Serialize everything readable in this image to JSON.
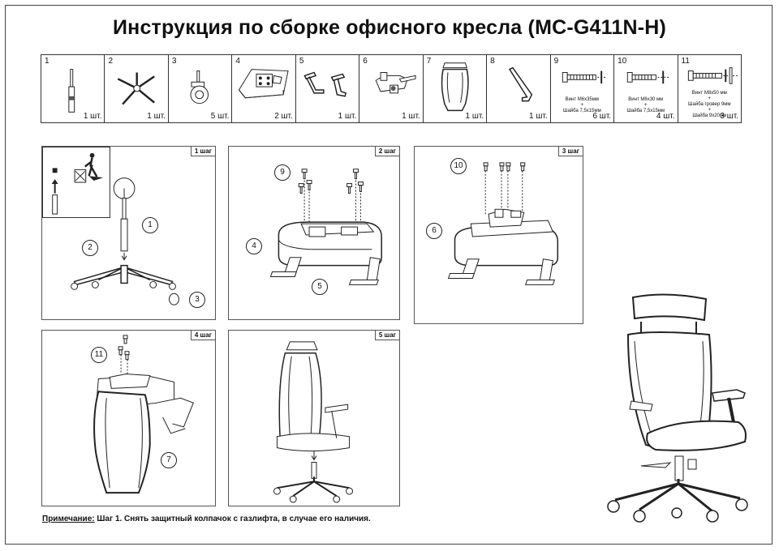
{
  "title": "Инструкция по сборке офисного кресла (MC-G411N-H)",
  "parts": [
    {
      "num": "1",
      "qty": "1 шт.",
      "icon": "gas-lift-icon"
    },
    {
      "num": "2",
      "qty": "1 шт.",
      "icon": "base-star-icon"
    },
    {
      "num": "3",
      "qty": "5 шт.",
      "icon": "caster-icon"
    },
    {
      "num": "4",
      "qty": "2 шт.",
      "icon": "mechanism-icon"
    },
    {
      "num": "5",
      "qty": "1 шт.",
      "icon": "armrests-icon"
    },
    {
      "num": "6",
      "qty": "1 шт.",
      "icon": "seat-bracket-icon"
    },
    {
      "num": "7",
      "qty": "1 шт.",
      "icon": "backrest-icon"
    },
    {
      "num": "8",
      "qty": "1 шт.",
      "icon": "hex-key-icon"
    },
    {
      "num": "9",
      "qty": "6 шт.",
      "icon": "screw-icon",
      "note": "Винт М6x35мм\n+\nШайба 7,5x15мм"
    },
    {
      "num": "10",
      "qty": "4 шт.",
      "icon": "screw-icon",
      "note": "Винт М6x30 мм\n+\nШайба 7,5x15мм"
    },
    {
      "num": "11",
      "qty": "3 шт.",
      "icon": "screw-icon",
      "note": "Винт М8x50 мм\n+\nШайба гровер 9мм\n+\nШайба 9x20мм"
    }
  ],
  "steps": [
    {
      "label": "1 шаг",
      "callouts": [
        "1",
        "2",
        "3"
      ]
    },
    {
      "label": "2 шаг",
      "callouts": [
        "9",
        "4",
        "5"
      ]
    },
    {
      "label": "3 шаг",
      "callouts": [
        "10",
        "6"
      ]
    },
    {
      "label": "4 шаг",
      "callouts": [
        "11",
        "7"
      ]
    },
    {
      "label": "5 шаг",
      "callouts": []
    }
  ],
  "note": {
    "prefix": "Примечание:",
    "text": " Шаг 1. Снять защитный колпачок с газлифта, в случае его наличия."
  }
}
